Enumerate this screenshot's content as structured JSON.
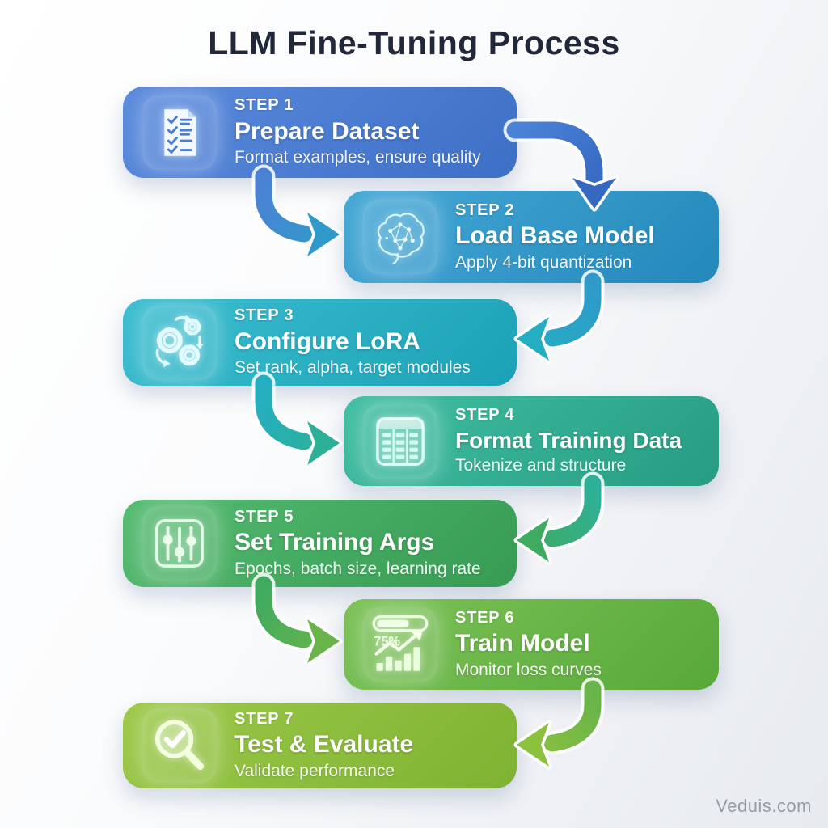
{
  "title": "LLM Fine-Tuning Process",
  "watermark": "Veduis.com",
  "steps": [
    {
      "label": "STEP 1",
      "title": "Prepare Dataset",
      "subtitle": "Format examples, ensure quality",
      "icon": "checklist-document-icon",
      "color_from": "#5b8bdd",
      "color_to": "#3d6fc6"
    },
    {
      "label": "STEP 2",
      "title": "Load Base Model",
      "subtitle": "Apply 4-bit quantization",
      "icon": "brain-network-icon",
      "color_from": "#45a8d6",
      "color_to": "#2388ba"
    },
    {
      "label": "STEP 3",
      "title": "Configure LoRA",
      "subtitle": "Set rank, alpha, target modules",
      "icon": "gears-icon",
      "color_from": "#3cbed0",
      "color_to": "#1ba1b6"
    },
    {
      "label": "STEP 4",
      "title": "Format Training Data",
      "subtitle": "Tokenize and structure",
      "icon": "table-icon",
      "color_from": "#41bfa3",
      "color_to": "#269c82"
    },
    {
      "label": "STEP 5",
      "title": "Set Training Args",
      "subtitle": "Epochs, batch size, learning rate",
      "icon": "sliders-icon",
      "color_from": "#55bb71",
      "color_to": "#379b53"
    },
    {
      "label": "STEP 6",
      "title": "Train Model",
      "subtitle": "Monitor loss curves",
      "icon": "training-progress-icon",
      "icon_label": "75%",
      "color_from": "#7cc258",
      "color_to": "#58a839"
    },
    {
      "label": "STEP 7",
      "title": "Test & Evaluate",
      "subtitle": "Validate performance",
      "icon": "magnifier-check-icon",
      "color_from": "#9cc94a",
      "color_to": "#7fb232"
    }
  ],
  "arrow_colors": [
    {
      "from": "#4b82d6",
      "to": "#3568c0"
    },
    {
      "from": "#4b82d6",
      "to": "#2f9ac9"
    },
    {
      "from": "#2f9ac9",
      "to": "#24aec2"
    },
    {
      "from": "#24aec2",
      "to": "#2eb098"
    },
    {
      "from": "#2eb098",
      "to": "#3fab60"
    },
    {
      "from": "#3fab60",
      "to": "#68b44a"
    },
    {
      "from": "#68b44a",
      "to": "#8cc13e"
    }
  ]
}
